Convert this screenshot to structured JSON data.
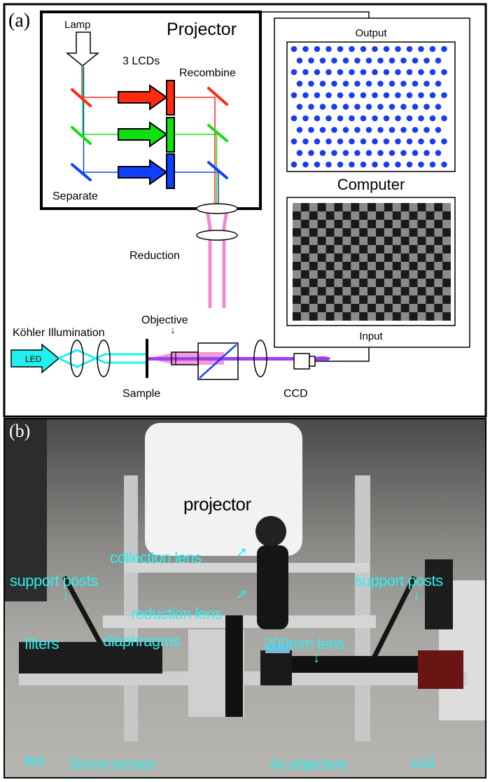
{
  "panel_a": {
    "tag": "(a)",
    "projector": "Projector",
    "lamp": "Lamp",
    "lcds": "3 LCDs",
    "recombine": "Recombine",
    "separate": "Separate",
    "reduction": "Reduction",
    "objective": "Objective",
    "kohler": "Köhler Illumination",
    "led": "LED",
    "sample": "Sample",
    "ccd": "CCD",
    "computer": "Computer",
    "output": "Output",
    "input": "Input",
    "colors": {
      "red": "#ff2a10",
      "green": "#10e010",
      "blue": "#1040ff",
      "pink": "#f08ad0",
      "cyan": "#20f0f0",
      "violet": "#a040f0",
      "dots": "#1a3cf0"
    }
  },
  "panel_b": {
    "tag": "(b)",
    "labels": {
      "projector": "projector",
      "collection_lens": "collection lens",
      "support_posts_left": "support posts",
      "support_posts_right": "support posts",
      "reduction_lens": "reduction lens",
      "filters": "filters",
      "diaphragms": "diaphragms",
      "lens_200mm": "200mm lens",
      "led": "led",
      "lenses_30mm": "30mm lenses",
      "objective_4x": "4x objective",
      "ccd": "ccd"
    },
    "label_color": "#2ff0f0"
  }
}
